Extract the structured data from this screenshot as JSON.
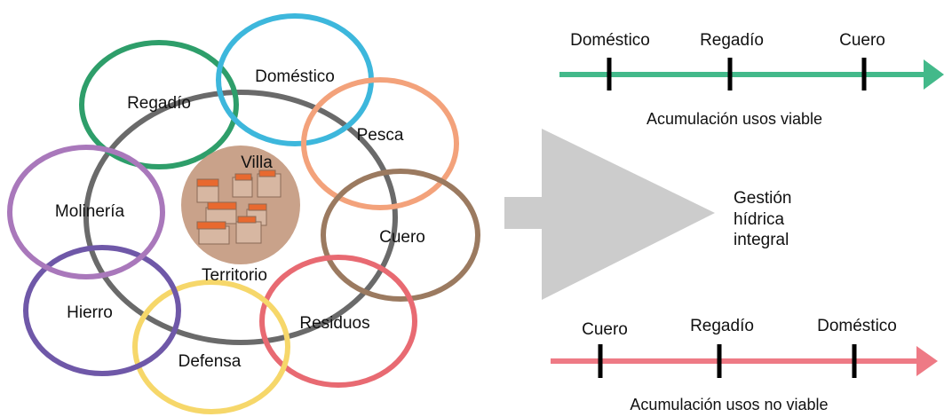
{
  "diagram": {
    "left_uses": [
      {
        "key": "regadio",
        "label": "Regadío",
        "color": "#2e9e6a"
      },
      {
        "key": "domestico",
        "label": "Doméstico",
        "color": "#3db7dc"
      },
      {
        "key": "pesca",
        "label": "Pesca",
        "color": "#f3a27b"
      },
      {
        "key": "cuero",
        "label": "Cuero",
        "color": "#9b7a60"
      },
      {
        "key": "residuos",
        "label": "Residuos",
        "color": "#e86a72"
      },
      {
        "key": "defensa",
        "label": "Defensa",
        "color": "#f6d76a"
      },
      {
        "key": "hierro",
        "label": "Hierro",
        "color": "#6f58a8"
      },
      {
        "key": "molineria",
        "label": "Molinería",
        "color": "#a978bb"
      }
    ],
    "territory_label": "Territorio",
    "territory_color": "#6a6a6a",
    "village_label": "Villa",
    "village_color": "#c9a28a",
    "roof_color": "#e8692f",
    "arrow_color": "#cccccc",
    "center_text": [
      "Gestión",
      "hídrica",
      "integral"
    ]
  },
  "timelines": {
    "viable": {
      "color": "#43b98a",
      "ticks": [
        "Doméstico",
        "Regadío",
        "Cuero"
      ],
      "caption": "Acumulación usos viable"
    },
    "no_viable": {
      "color": "#ee7a85",
      "ticks": [
        "Cuero",
        "Regadío",
        "Doméstico"
      ],
      "caption": "Acumulación usos no viable"
    }
  }
}
